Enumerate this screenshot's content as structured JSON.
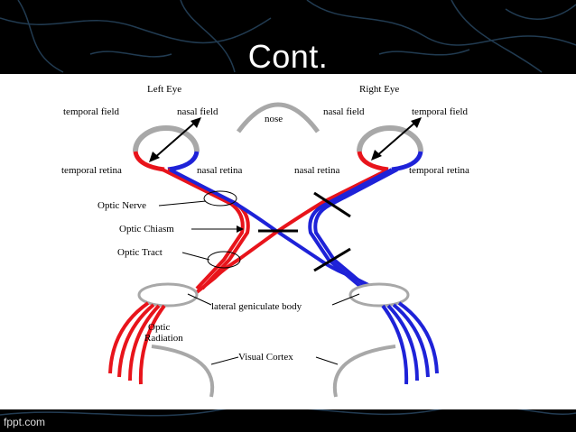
{
  "slide": {
    "title": "Cont.",
    "footer": "fppt.com"
  },
  "diagram": {
    "left_eye": "Left Eye",
    "right_eye": "Right Eye",
    "nose": "nose",
    "left_temporal_field": "temporal field",
    "left_nasal_field": "nasal field",
    "right_nasal_field": "nasal field",
    "right_temporal_field": "temporal field",
    "left_temporal_retina": "temporal retina",
    "left_nasal_retina": "nasal retina",
    "right_nasal_retina": "nasal retina",
    "right_temporal_retina": "temporal retina",
    "optic_nerve": "Optic Nerve",
    "optic_chiasm": "Optic Chiasm",
    "optic_tract": "Optic Tract",
    "lgb": "lateral geniculate body",
    "optic_radiation_1": "Optic",
    "optic_radiation_2": "Radiation",
    "visual_cortex": "Visual Cortex"
  },
  "colors": {
    "red_pathway": "#e8141b",
    "blue_pathway": "#1e22d8",
    "structure_gray": "#a8a8a8",
    "background": "#000000"
  }
}
